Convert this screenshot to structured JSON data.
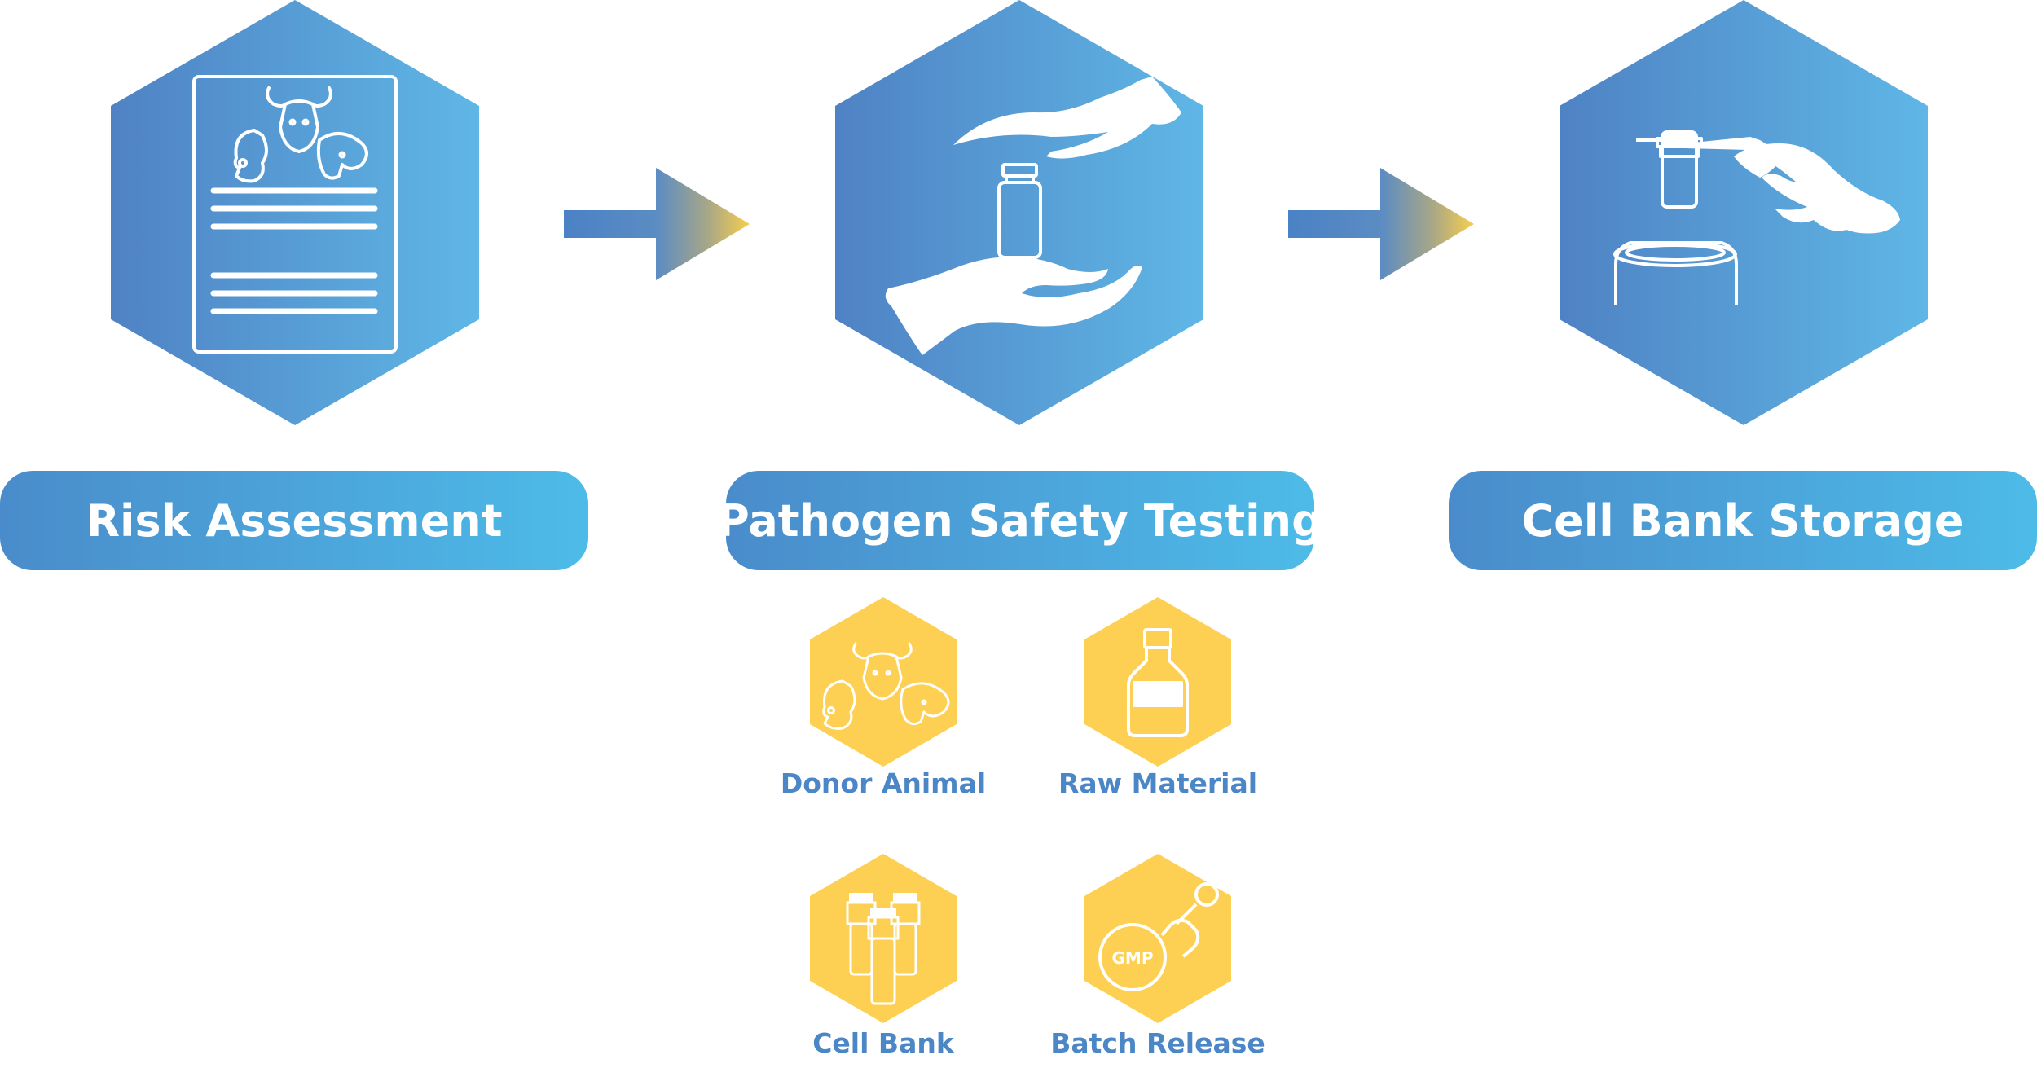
{
  "steps": [
    {
      "label": "Risk Assessment",
      "icon": "document-animals-icon"
    },
    {
      "label": "Pathogen Safety Testing",
      "icon": "hands-vial-icon"
    },
    {
      "label": "Cell Bank Storage",
      "icon": "hand-cryovial-icon"
    }
  ],
  "subitems": [
    {
      "label": "Donor Animal",
      "icon": "animals-icon"
    },
    {
      "label": "Raw Material",
      "icon": "bottle-icon"
    },
    {
      "label": "Cell Bank",
      "icon": "vials-icon"
    },
    {
      "label": "Batch Release",
      "icon": "gmp-stamp-icon"
    }
  ],
  "stamp_text": "GMP",
  "colors": {
    "hex_blue_start": "#4f82c4",
    "hex_blue_end": "#5fb7e6",
    "pill_start": "#4a8ccb",
    "pill_end": "#4dbbe8",
    "yellow": "#fdd053",
    "label_blue": "#4b86c6",
    "arrow_yellow": "#f7cf4f"
  }
}
